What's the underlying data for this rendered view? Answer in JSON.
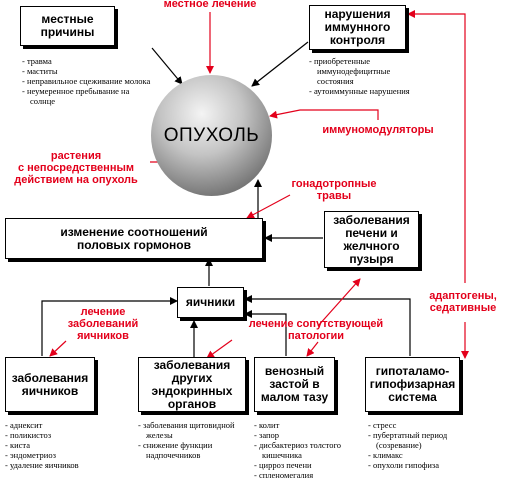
{
  "center": {
    "label": "ОПУХОЛЬ"
  },
  "boxes": {
    "local_causes": "местные\nпричины",
    "immune": "нарушения\nиммунного\nконтроля",
    "hormones": "изменение соотношений\nполовых гормонов",
    "liver": "заболевания\nпечени и\nжелчного\nпузыря",
    "ovaries": "яичники",
    "ovarian_diseases": "заболевания\nяичников",
    "endocrine": "заболевания других\nэндокринных\nорганов",
    "venous": "венозный\nзастой в\nмалом тазу",
    "hypothalamus": "гипоталамо-\nгипофизарная\nсистема"
  },
  "red_labels": {
    "local_treatment": "местное лечение",
    "immunomodulators": "иммуномодуляторы",
    "plants": "растения\nс непосредственным\nдействием на опухоль",
    "gonadotropic": "гонадотропные\nтравы",
    "adaptogens": "адаптогены,\nседативные",
    "ovary_treatment": "лечение\nзаболеваний\nяичников",
    "concomitant": "лечение сопутствующей\nпатологии"
  },
  "lists": {
    "local_causes": [
      "травма",
      "маститы",
      "неправильное сцеживание молока",
      "неумеренное пребывание на солнце"
    ],
    "immune": [
      "приобретенные иммунодефицитные состояния",
      "аутоиммунные нарушения"
    ],
    "ovarian_diseases": [
      "аднексит",
      "поликистоз",
      "киста",
      "эндометриоз",
      "удаление яичников"
    ],
    "endocrine": [
      "заболевания щитовидной железы",
      "снижение функции надпочечников"
    ],
    "venous": [
      "колит",
      "запор",
      "дисбактериоз толстого кишечника",
      "цирроз печени",
      "спленомегалия"
    ],
    "hypothalamus": [
      "стресс",
      "пубертатный период (созревание)",
      "климакс",
      "опухоли гипофиза"
    ]
  },
  "colors": {
    "accent": "#e3001b",
    "line": "#000000"
  }
}
